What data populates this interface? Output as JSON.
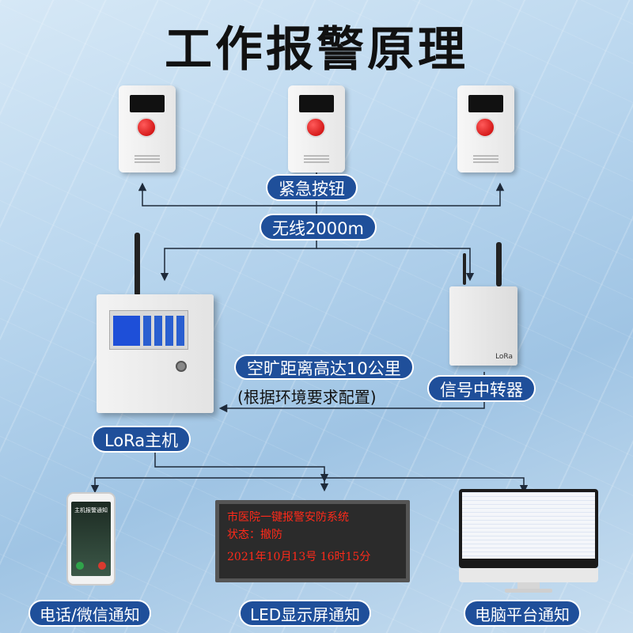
{
  "title": "工作报警原理",
  "labels": {
    "emergency_button": "紧急按钮",
    "wireless": "无线2000m",
    "distance_line1": "空旷距离高达10公里",
    "distance_line2": "(根据环境要求配置)",
    "repeater": "信号中转器",
    "host": "LoRa主机",
    "phone_notify": "电话/微信通知",
    "led_notify": "LED显示屏通知",
    "pc_notify": "电脑平台通知"
  },
  "led_screen": {
    "line1": "市医院一键报警安防系统",
    "line2": "状态：撤防",
    "line3": "2021年10月13号 16时15分"
  },
  "phone_screen": {
    "title": "主机报警通知"
  },
  "repeater_tag": "LoRa",
  "colors": {
    "pill_bg": "#1f4f9a",
    "line": "#1e2a3a",
    "led_text": "#ff2a1a"
  }
}
